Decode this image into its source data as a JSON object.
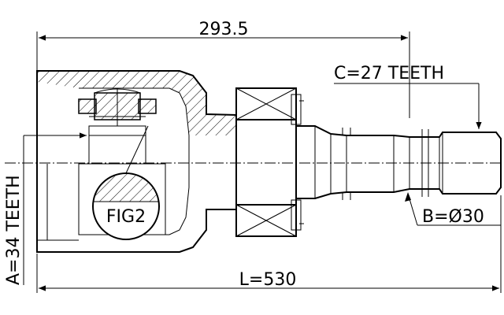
{
  "labels": {
    "overall_dimension": "293.5",
    "outer_spline": "C=27 TEETH",
    "outer_diameter": "B=Ø30",
    "inner_spline": "A=34 TEETH",
    "total_length": "L=530",
    "figure": "FIG2"
  }
}
